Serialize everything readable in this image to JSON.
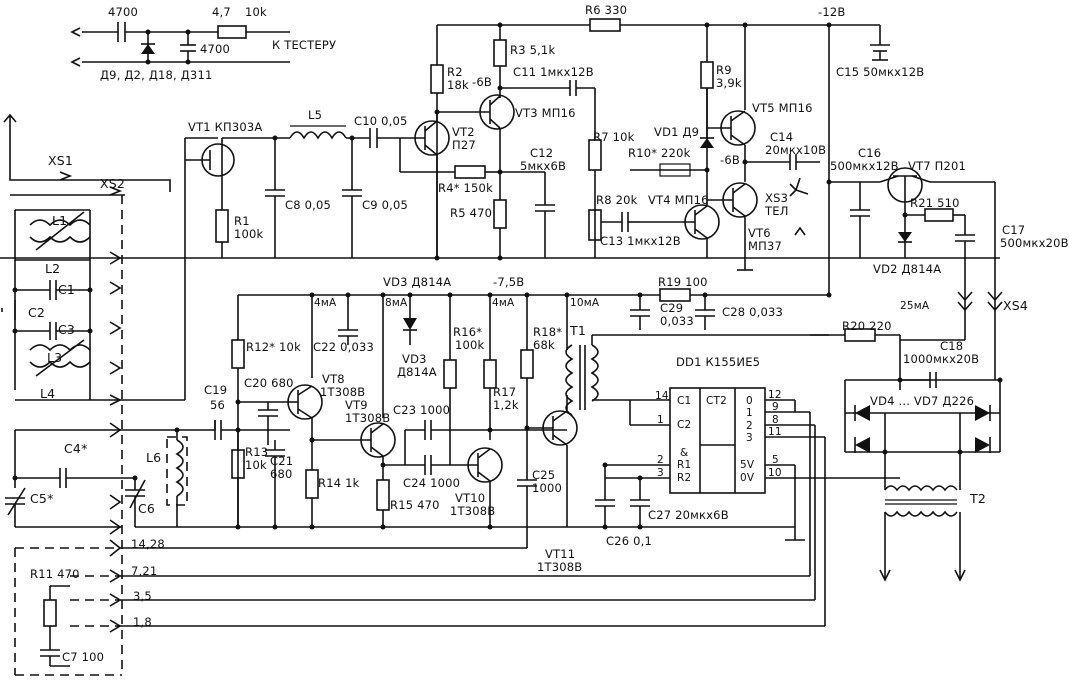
{
  "labels": {
    "c4700a": "4700",
    "r47": "4,7",
    "r10k": "10k",
    "k_tester": "К ТЕСТЕРУ",
    "c4700b": "4700",
    "diodes": "Д9, Д2, Д18, Д311",
    "r6": "R6  330",
    "m12v": "-12В",
    "c15": "C15  50мкх12В",
    "r3": "R3  5,1k",
    "r2": "R2",
    "r2v": "18k",
    "m6v_a": "-6В",
    "c11": "C11  1мкх12В",
    "vt3": "VT3  МП16",
    "r9": "R9",
    "r9v": "3,9k",
    "vt5": "VT5  МП16",
    "vt1": "VT1  КП303А",
    "l5": "L5",
    "c10": "C10  0,05",
    "vt2": "VT2",
    "vt2v": "П27",
    "r7": "R7  10k",
    "vd1": "VD1  Д9",
    "c14": "C14",
    "c14v": "20мкх10В",
    "r10": "R10*  220k",
    "m6v_b": "-6В",
    "c16": "C16",
    "c16v": "500мкх12В",
    "vt7": "VT7  П201",
    "xs1": "XS1",
    "xs2": "XS2",
    "c12": "C12",
    "c12v": "5мкх6В",
    "r4": "R4*  150k",
    "xs3": "XS3",
    "xs3v": "ТЕЛ",
    "l1": "L1",
    "c8": "C8  0,05",
    "c9": "C9  0,05",
    "r5": "R5  470",
    "r8": "R8  20k",
    "vt4": "VT4  МП16",
    "r21": "R21  510",
    "r1": "R1",
    "r1v": "100k",
    "c17": "C17",
    "c17v": "500мкх20В",
    "l2": "L2",
    "c13": "C13  1мкх12В",
    "vt6": "VT6",
    "vt6v": "МП37",
    "vd2": "VD2  Д814А",
    "c1": "C1",
    "vd3a": "VD3  Д814А",
    "m75v": "-7,5В",
    "r19": "R19  100",
    "c2": "C2",
    "c3": "C3",
    "i4a": "4мА",
    "i8": "8мА",
    "i4b": "4мА",
    "i10": "10мА",
    "c29": "C29",
    "c29v": "0,033",
    "c28": "C28  0,033",
    "i25": "25мА",
    "xs4": "XS4",
    "r20": "R20  220",
    "r12": "R12*  10k",
    "c22": "C22  0,033",
    "r16": "R16*",
    "r16v": "100k",
    "r18": "R18*",
    "r18v": "68k",
    "t1": "T1",
    "l3": "L3",
    "vd3b": "VD3",
    "vd3bv": "Д814А",
    "c18": "C18",
    "c18v": "1000мкх20В",
    "dd1": "DD1  К155ИЕ5",
    "c20": "C20  680",
    "vt8": "VT8",
    "vt8v": "1Т308В",
    "c19": "C19",
    "c19v": "56",
    "l4": "L4",
    "vt9": "VT9",
    "vt9v": "1Т308В",
    "r17": "R17",
    "r17v": "1,2k",
    "vd4": "VD4 ... VD7  Д226",
    "c23": "C23  1000",
    "c4": "C4*",
    "l6": "L6",
    "r13": "R13",
    "r13v": "10k",
    "c21": "C21",
    "c21v": "680",
    "r14": "R14  1k",
    "c24": "C24  1000",
    "c25": "C25",
    "c25v": "1000",
    "c5": "C5*",
    "c6": "C6",
    "r15": "R15  470",
    "vt10": "VT10",
    "vt10v": "1Т308В",
    "c27": "C27  20мкх6В",
    "t2": "T2",
    "c26": "C26  0,1",
    "x1428": "14,28",
    "vt11": "VT11",
    "vt11v": "1Т308В",
    "r11": "R11  470",
    "x721": "7,21",
    "x35": "3,5",
    "x18": "1,8",
    "c7": "C7  100",
    "pin14": "14",
    "pin1": "1",
    "pin2": "2",
    "pin3": "3",
    "pin12": "12",
    "pin9": "9",
    "pin8": "8",
    "pin11": "11",
    "pin5": "5",
    "pin10": "10",
    "c1p": "C1",
    "c2p": "C2",
    "ct2": "СТ2",
    "amp": "&",
    "r1p": "R1",
    "r2p": "R2",
    "q0": "0",
    "q1": "1",
    "q2": "2",
    "q3": "3",
    "v5": "5V",
    "v0": "0V"
  }
}
